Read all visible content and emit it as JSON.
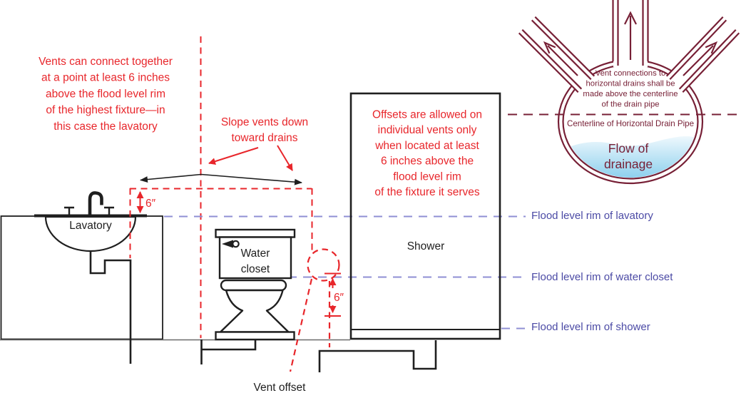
{
  "colors": {
    "red": "#e8262b",
    "maroon": "#772036",
    "label_blue": "#4b4aa5",
    "guide_blue": "#8f8fd4",
    "ink": "#1f1f1f",
    "water_top": "#eef8fd",
    "water_bottom": "#84ccec"
  },
  "notes": {
    "vents": [
      "Vents can connect together",
      "at a point at least 6 inches",
      "above the flood level rim",
      "of the highest fixture—in",
      "this case the lavatory"
    ],
    "slope": [
      "Slope vents down",
      "toward drains"
    ],
    "offsets": [
      "Offsets are allowed on",
      "individual vents only",
      "when located at least",
      "6 inches above the",
      "flood level rim",
      "of the fixture it serves"
    ]
  },
  "fixtures": {
    "lavatory": "Lavatory",
    "water_closet": [
      "Water",
      "closet"
    ],
    "shower": "Shower"
  },
  "labels": {
    "vent_offset": "Vent offset",
    "six_inches": "6″",
    "flood_rims": [
      "Flood level rim of lavatory",
      "Flood level rim of water closet",
      "Flood level rim of shower"
    ]
  },
  "detail": {
    "note": [
      "Vent connections to",
      "horizontal drains shall be",
      "made above the centerline",
      "of the drain pipe"
    ],
    "centerline": "Centerline of Horizontal Drain Pipe",
    "flow": [
      "Flow of",
      "drainage"
    ]
  }
}
